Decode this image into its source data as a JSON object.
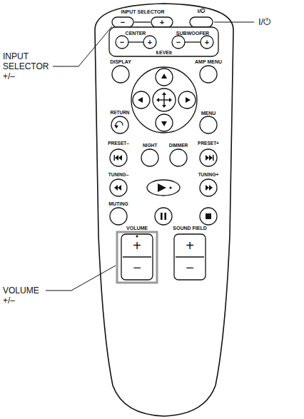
{
  "diagram": {
    "labels": [
      "INPUT SELECTOR +/–",
      "VOLUME +/–",
      "I/⏻",
      "INPUT SELECTOR",
      "I/⏻",
      "−",
      "+",
      "CENTER",
      "SUBWOOFER",
      "LEVEL",
      "−",
      "+",
      "−",
      "+",
      "DISPLAY",
      "AMP MENU",
      "RETURN",
      "MENU",
      "PRESET–",
      "NIGHT",
      "DIMMER",
      "PRESET+",
      "TUNING–",
      "TUNING+",
      "MUTING",
      "VOLUME",
      "SOUND FIELD",
      "+",
      "−",
      "+",
      "−"
    ]
  }
}
